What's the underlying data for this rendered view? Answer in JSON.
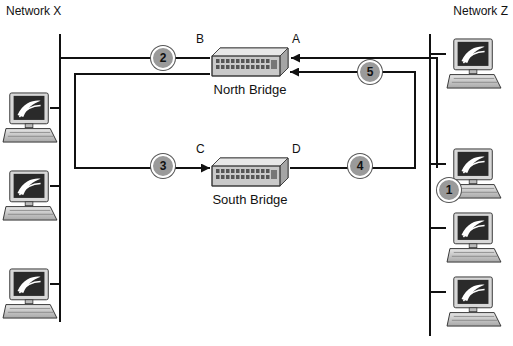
{
  "diagram": {
    "nodes": [
      {
        "text": [
          "North Bridge"
        ]
      },
      {
        "text": [
          "South Bridge"
        ]
      }
    ],
    "edges": [
      {
        "from": 0,
        "to": 1,
        "arrow": "to"
      },
      {
        "from": 1,
        "to": 0,
        "arrow": "to"
      }
    ],
    "labels": [
      "Network X",
      "Network Z",
      "B",
      "A",
      "C",
      "D",
      "1",
      "2",
      "3",
      "4",
      "5"
    ]
  }
}
